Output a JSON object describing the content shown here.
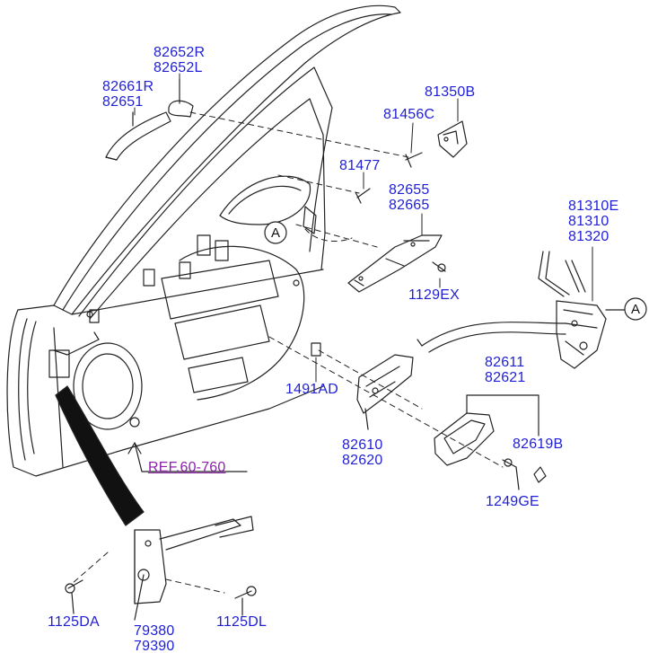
{
  "parts": {
    "outer_handle_cover": [
      "82652R",
      "82652L"
    ],
    "outer_handle": [
      "82661R",
      "82651"
    ],
    "striker": "81350B",
    "striker_screw": "81456C",
    "screw_81477": "81477",
    "handle_bracket": [
      "82655",
      "82665"
    ],
    "latch_assy": [
      "81310E",
      "81310",
      "81320"
    ],
    "screw_1129ex": "1129EX",
    "clip_1491ad": "1491AD",
    "inside_handle": [
      "82610",
      "82620"
    ],
    "inside_handle_cover": [
      "82611",
      "82621"
    ],
    "cap_82619b": "82619B",
    "screw_1249ge": "1249GE",
    "ref_note": "REF.60-760",
    "checker_bolt_left": "1125DA",
    "door_checker": [
      "79380",
      "79390"
    ],
    "checker_bolt_right": "1125DL"
  },
  "callouts": {
    "a_left": "A",
    "a_right": "A"
  },
  "colors": {
    "label": "#1f1fd6",
    "ref": "#8a1fa8",
    "line": "#222222"
  }
}
